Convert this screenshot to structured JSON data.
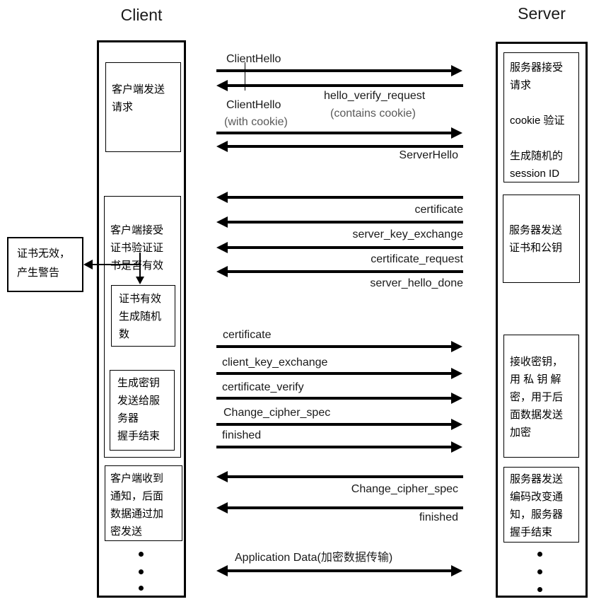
{
  "titles": {
    "client": "Client",
    "server": "Server"
  },
  "client_lane": {
    "box_send_request": "客户端发送\n请求",
    "box_accept_cert": "客户端接受\n证书验证证\n书是否有效",
    "box_cert_valid": "证书有效\n生成随机\n数",
    "box_gen_key": "生成密钥\n发送给服\n务器\n握手结束",
    "box_received_notice": "客户端收到\n通知，后面\n数据通过加\n密发送"
  },
  "warning_box": {
    "text": "证书无效，\n产生警告"
  },
  "server_lane": {
    "box_accept_request": "服务器接受\n请求\n\ncookie 验证\n\n生成随机的\nsession ID",
    "box_send_cert": "服务器发送\n证书和公钥",
    "box_receive_key": "接收密钥，\n用 私 钥 解\n密，用于后\n面数据发送\n加密",
    "box_change_notice": "服务器发送\n编码改变通\n知，服务器\n握手结束"
  },
  "messages": {
    "client_hello_1": "ClientHello",
    "hello_verify_request": "hello_verify_request",
    "hello_verify_request_sub": "(contains cookie)",
    "client_hello_2": "ClientHello",
    "client_hello_2_sub": "(with cookie)",
    "server_hello": "ServerHello",
    "certificate_from_server": "certificate",
    "server_key_exchange": "server_key_exchange",
    "certificate_request": "certificate_request",
    "server_hello_done": "server_hello_done",
    "certificate_from_client": "certificate",
    "client_key_exchange": "client_key_exchange",
    "certificate_verify": "certificate_verify",
    "change_cipher_spec_client": "Change_cipher_spec",
    "finished_client": "finished",
    "change_cipher_spec_server": "Change_cipher_spec",
    "finished_server": "finished",
    "application_data": "Application Data(加密数据传输)"
  },
  "colors": {
    "ink": "#000000",
    "muted_gray": "#595959"
  }
}
